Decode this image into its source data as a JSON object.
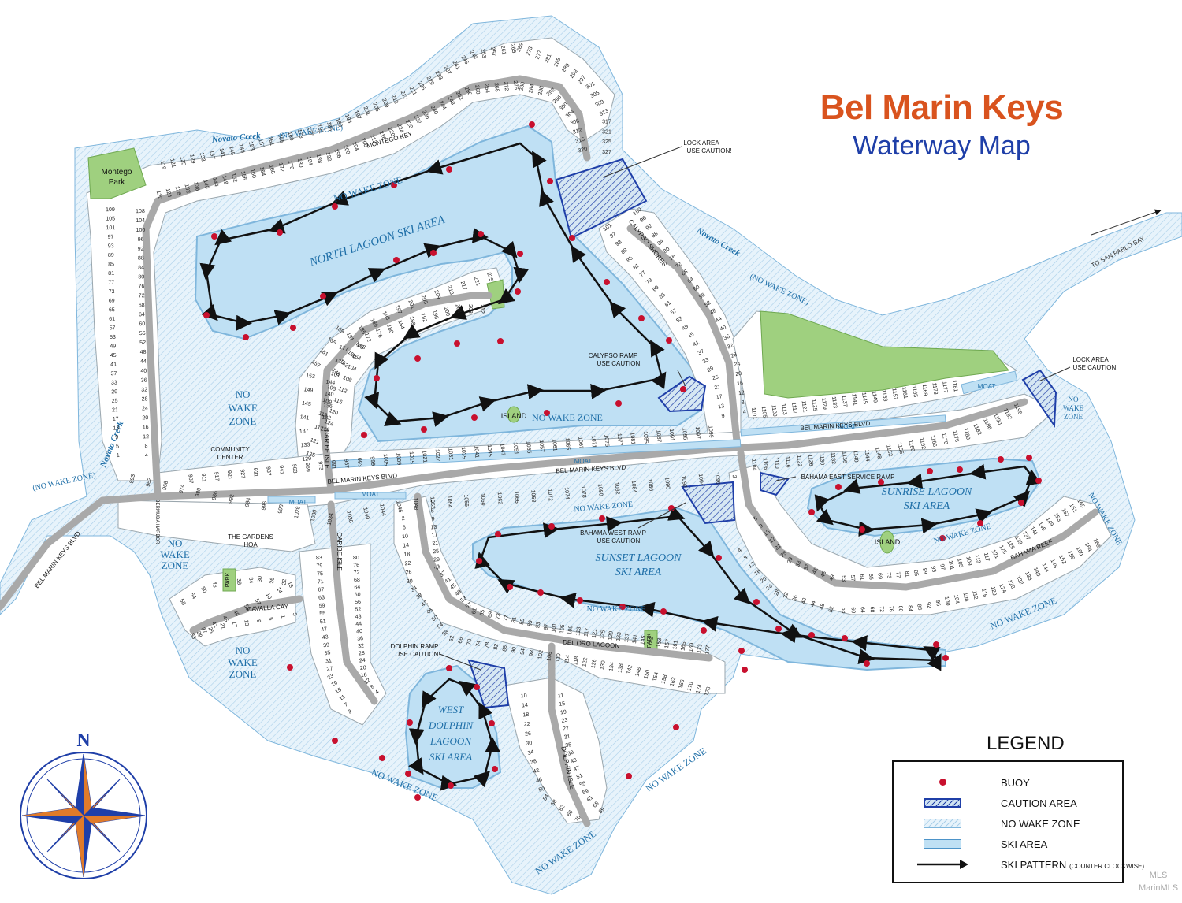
{
  "title": {
    "line1": "Bel Marin Keys",
    "line2": "Waterway Map"
  },
  "colors": {
    "ski_area": "#bfe0f4",
    "no_wake_zone": "#e7f3fb",
    "caution": "#1f3fa8",
    "buoy": "#c8102e",
    "park": "#9fd07f",
    "road": "#a9a9a9",
    "title_accent": "#d9531e",
    "title_blue": "#1f3fa8"
  },
  "legend": {
    "heading": "LEGEND",
    "items": [
      {
        "label": "BUOY",
        "icon": "buoy-dot"
      },
      {
        "label": "CAUTION AREA",
        "icon": "hatched-box"
      },
      {
        "label": "NO WAKE ZONE",
        "icon": "light-hatched-box"
      },
      {
        "label": "SKI AREA",
        "icon": "blue-box"
      },
      {
        "label": "SKI PATTERN",
        "note": "(COUNTER CLOCKWISE)",
        "icon": "arrow-line"
      }
    ]
  },
  "compass": {
    "north": "N"
  },
  "waterway_labels": {
    "north_lagoon": "NORTH LAGOON SKI AREA",
    "sunset_1": "SUNSET LAGOON",
    "sunset_2": "SKI AREA",
    "sunrise_1": "SUNRISE LAGOON",
    "sunrise_2": "SKI AREA",
    "west_1": "WEST",
    "west_2": "DOLPHIN",
    "west_3": "LAGOON",
    "west_4": "SKI AREA",
    "novato_creek": "Novato Creek",
    "no_wake_zone_paren": "(NO WAKE ZONE)",
    "no_wake_zone": "NO WAKE ZONE",
    "no": "NO",
    "wake": "WAKE",
    "zone": "ZONE",
    "moat": "MOAT",
    "to_bay": "TO SAN PABLO BAY",
    "island": "ISLAND"
  },
  "streets": {
    "bel_marin_keys_blvd": "BEL MARIN KEYS BLVD",
    "montego_key": "MONTEGO KEY",
    "calypso_shores": "CALYPSO SHORES",
    "caribe_isle": "CARIBE ISLE",
    "cavalla_cay": "CAVALLA CAY",
    "del_oro_lagoon": "DEL ORO LAGOON",
    "dolphin_isle": "DOLPHIN ISLE",
    "bahama_reef": "BAHAMA REEF",
    "bermuda_harbor": "BERMUDA HARBOR"
  },
  "places": {
    "montego_park_1": "Montego",
    "montego_park_2": "Park",
    "community_center_1": "COMMUNITY",
    "community_center_2": "CENTER",
    "gardens_hoa_1": "THE GARDENS",
    "gardens_hoa_2": "HOA",
    "park": "PARK"
  },
  "callouts": {
    "lock_area_1_l1": "LOCK AREA",
    "lock_area_1_l2": "USE CAUTION!",
    "lock_area_2_l1": "LOCK AREA",
    "lock_area_2_l2": "USE CAUTION!",
    "calypso_ramp_l1": "CALYPSO RAMP",
    "calypso_ramp_l2": "USE CAUTION!",
    "bahama_west_l1": "BAHAMA WEST RAMP",
    "bahama_west_l2": "USE CAUTION!",
    "bahama_east": "BAHAMA EAST SERVICE RAMP",
    "dolphin_ramp_l1": "DOLPHIN RAMP",
    "dolphin_ramp_l2": "USE CAUTION!"
  },
  "lot_numbers": {
    "montego_outer": [
      "119",
      "121",
      "125",
      "129",
      "133",
      "137",
      "141",
      "145",
      "149",
      "153",
      "157",
      "161",
      "165",
      "169",
      "173",
      "177",
      "181",
      "185",
      "189",
      "193",
      "197",
      "201",
      "205",
      "209",
      "213",
      "217",
      "221",
      "225",
      "229",
      "233",
      "237",
      "241",
      "245",
      "249",
      "253",
      "257",
      "261",
      "265",
      "269",
      "273",
      "277",
      "281",
      "285",
      "289",
      "293",
      "297",
      "301",
      "305",
      "309",
      "313",
      "317",
      "321",
      "325",
      "327"
    ],
    "montego_inner": [
      "120",
      "124",
      "128",
      "132",
      "136",
      "140",
      "144",
      "148",
      "152",
      "156",
      "160",
      "164",
      "168",
      "172",
      "176",
      "180",
      "184",
      "188",
      "192",
      "196",
      "200",
      "204",
      "208",
      "212",
      "216",
      "220",
      "224",
      "228",
      "232",
      "236",
      "240",
      "244",
      "248",
      "252",
      "256",
      "260",
      "264",
      "268",
      "272",
      "276",
      "280",
      "284",
      "288",
      "292",
      "296",
      "300",
      "304",
      "308",
      "312",
      "316",
      "320"
    ],
    "west_outer": [
      "109",
      "105",
      "101",
      "97",
      "93",
      "89",
      "85",
      "81",
      "77",
      "73",
      "69",
      "65",
      "61",
      "57",
      "53",
      "49",
      "45",
      "41",
      "37",
      "33",
      "29",
      "25",
      "21",
      "17",
      "13",
      "9",
      "5",
      "1"
    ],
    "west_inner": [
      "108",
      "104",
      "100",
      "96",
      "92",
      "88",
      "84",
      "80",
      "76",
      "72",
      "68",
      "64",
      "60",
      "56",
      "52",
      "48",
      "44",
      "40",
      "36",
      "32",
      "28",
      "24",
      "20",
      "16",
      "12",
      "8",
      "4"
    ],
    "north_peninsula_outer": [
      "169",
      "165",
      "161",
      "157",
      "153",
      "149",
      "145",
      "141",
      "137",
      "133",
      "129",
      "125",
      "121",
      "117",
      "113",
      "109",
      "105",
      "101",
      "173",
      "177",
      "181",
      "185",
      "189",
      "193",
      "197",
      "201",
      "205",
      "209",
      "213",
      "217",
      "221",
      "225"
    ],
    "north_peninsula_inner": [
      "160",
      "156",
      "152",
      "148",
      "144",
      "140",
      "136",
      "132",
      "128",
      "124",
      "120",
      "116",
      "112",
      "108",
      "104",
      "164",
      "168",
      "172",
      "176",
      "180",
      "184",
      "188",
      "192",
      "196",
      "200",
      "204",
      "208",
      "212"
    ],
    "calypso_left": [
      "101",
      "97",
      "93",
      "89",
      "85",
      "81",
      "77",
      "73",
      "69",
      "65",
      "61",
      "57",
      "53",
      "49",
      "45",
      "41",
      "37",
      "33",
      "29",
      "25",
      "21",
      "17",
      "13",
      "9"
    ],
    "calypso_right": [
      "100",
      "96",
      "92",
      "88",
      "84",
      "80",
      "76",
      "72",
      "68",
      "64",
      "60",
      "56",
      "52",
      "48",
      "44",
      "40",
      "36",
      "32",
      "28",
      "24",
      "20",
      "16",
      "12",
      "8",
      "4"
    ],
    "blvd_north": [
      "907",
      "911",
      "917",
      "921",
      "927",
      "931",
      "937",
      "941",
      "963",
      "969",
      "973",
      "981",
      "987",
      "993",
      "999",
      "1005",
      "1009",
      "1015",
      "1021",
      "1027",
      "1031",
      "1035",
      "1041",
      "1045",
      "1047",
      "1051",
      "1055",
      "1057",
      "1061",
      "1065",
      "1067",
      "1071",
      "1075",
      "1077",
      "1081",
      "1085",
      "1087",
      "1091",
      "1095",
      "1097",
      "1099"
    ],
    "blvd_north_east": [
      "1101",
      "1105",
      "1109",
      "1113",
      "1117",
      "1121",
      "1125",
      "1129",
      "1133",
      "1137",
      "1141",
      "1145",
      "1149",
      "1153",
      "1157",
      "1161",
      "1165",
      "1169",
      "1173",
      "1177",
      "1181"
    ],
    "blvd_south_east": [
      "1104",
      "1106",
      "1110",
      "1116",
      "1122",
      "1126",
      "1130",
      "1132",
      "1136",
      "1140",
      "1144",
      "1148",
      "1152",
      "1156",
      "1160",
      "1162",
      "1166",
      "1170",
      "1176",
      "1180",
      "1182",
      "1186",
      "1190",
      "1192",
      "1196"
    ],
    "blvd_south": [
      "893",
      "962",
      "968",
      "974",
      "980",
      "986",
      "992",
      "994",
      "996",
      "998",
      "1028",
      "1030",
      "1034",
      "1038",
      "1040",
      "1044",
      "1046",
      "1048",
      "1052",
      "1054",
      "1056",
      "1060",
      "1062",
      "1066",
      "1068",
      "1072",
      "1074",
      "1078",
      "1080",
      "1082",
      "1084",
      "1086",
      "1090",
      "1092",
      "1094",
      "1096",
      "2"
    ],
    "bahama_outer": [
      "5",
      "9",
      "13",
      "17",
      "21",
      "25",
      "29",
      "33",
      "37",
      "41",
      "45",
      "49",
      "53",
      "57",
      "61",
      "65",
      "69",
      "73",
      "77",
      "81",
      "85",
      "89",
      "93",
      "97",
      "101",
      "105",
      "109",
      "113",
      "117",
      "121",
      "125",
      "129",
      "133",
      "137",
      "141",
      "145",
      "149",
      "153",
      "157",
      "161",
      "165"
    ],
    "bahama_inner": [
      "4",
      "8",
      "12",
      "16",
      "20",
      "24",
      "28",
      "32",
      "36",
      "40",
      "44",
      "48",
      "52",
      "56",
      "60",
      "64",
      "68",
      "72",
      "76",
      "80",
      "84",
      "88",
      "92",
      "96",
      "100",
      "104",
      "108",
      "112",
      "116",
      "120",
      "124",
      "128",
      "132",
      "136",
      "140",
      "144",
      "148",
      "152",
      "156",
      "160",
      "164",
      "168"
    ],
    "del_oro_west": [
      "1",
      "5",
      "9",
      "13",
      "17",
      "21",
      "25",
      "29",
      "33",
      "37",
      "41",
      "45",
      "49",
      "53",
      "57",
      "61",
      "65",
      "69",
      "73",
      "77",
      "81",
      "85",
      "89",
      "93",
      "97",
      "101",
      "105",
      "109",
      "113",
      "117",
      "121",
      "125",
      "129",
      "133",
      "137",
      "141",
      "145",
      "149",
      "153",
      "157",
      "161",
      "165",
      "169",
      "173",
      "177"
    ],
    "del_oro_east": [
      "2",
      "6",
      "10",
      "14",
      "18",
      "22",
      "26",
      "30",
      "34",
      "38",
      "42",
      "46",
      "50",
      "54",
      "58",
      "62",
      "66",
      "70",
      "74",
      "78",
      "82",
      "86",
      "90",
      "94",
      "98",
      "102",
      "106",
      "110",
      "114",
      "118",
      "122",
      "126",
      "130",
      "134",
      "138",
      "142",
      "146",
      "150",
      "154",
      "158",
      "162",
      "166",
      "170",
      "174",
      "178"
    ],
    "caribe_west": [
      "83",
      "79",
      "75",
      "71",
      "67",
      "63",
      "59",
      "55",
      "51",
      "47",
      "43",
      "39",
      "35",
      "31",
      "27",
      "23",
      "19",
      "15",
      "11",
      "7",
      "3"
    ],
    "caribe_east": [
      "80",
      "76",
      "72",
      "68",
      "64",
      "60",
      "56",
      "52",
      "48",
      "44",
      "40",
      "36",
      "32",
      "28",
      "24",
      "20",
      "16",
      "12",
      "8",
      "4"
    ],
    "cavalla": [
      "58",
      "54",
      "50",
      "46",
      "42",
      "38",
      "34",
      "30",
      "26",
      "22",
      "18",
      "14",
      "10",
      "57",
      "53",
      "49",
      "45",
      "41",
      "37",
      "33",
      "29",
      "25",
      "21",
      "17",
      "13",
      "9",
      "5",
      "1",
      "3"
    ],
    "dolphin_west": [
      "10",
      "14",
      "18",
      "22",
      "26",
      "30",
      "34",
      "38",
      "42",
      "46",
      "50",
      "54",
      "58",
      "62",
      "66",
      "70"
    ],
    "dolphin_east": [
      "11",
      "15",
      "19",
      "23",
      "27",
      "31",
      "35",
      "39",
      "43",
      "47",
      "51",
      "55",
      "59",
      "61",
      "65",
      "69"
    ]
  },
  "watermark": {
    "line1": "MLS",
    "line2": "MarinMLS"
  }
}
